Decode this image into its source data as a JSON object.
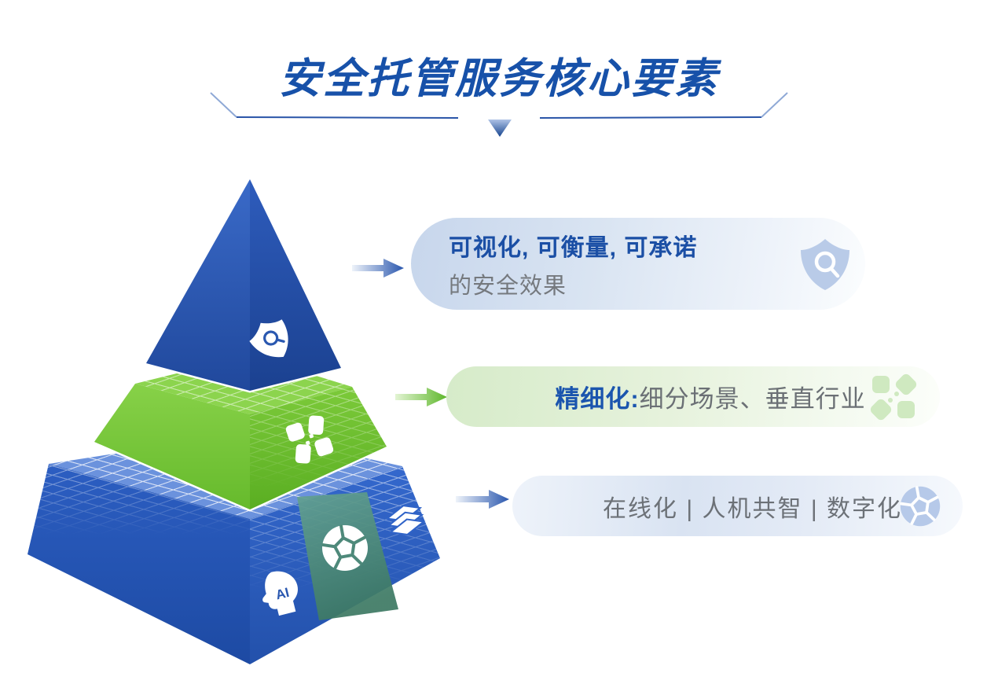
{
  "header": {
    "title": "安全托管服务核心要素"
  },
  "callouts": [
    {
      "emphasis": "可视化, 可衡量, 可承诺",
      "text": "的安全效果",
      "icon": "shield-search-icon",
      "arrow_color": "#2a57ae",
      "pill_tint": "#c7d6ec",
      "emphasis_color": "#1b4fa5",
      "text_color": "#75797e"
    },
    {
      "emphasis": "精细化:",
      "text": "细分场景、垂直行业",
      "icon": "pinwheel-icon",
      "arrow_color": "#5eb72b",
      "pill_tint": "#d6ebc9",
      "emphasis_color": "#1b55ae",
      "text_color": "#6b7075"
    },
    {
      "emphasis": "",
      "text": "在线化 | 人机共智 | 数字化",
      "icon": "globe-network-icon",
      "arrow_color": "#2a57ae",
      "pill_tint": "#d9e3f2",
      "text_color": "#6c7177"
    }
  ],
  "pyramid": {
    "ai_label": "AI",
    "layers": [
      {
        "position": "top",
        "color": "#2b5ab9",
        "icon": "shield-search-icon"
      },
      {
        "position": "middle",
        "color": "#76c93d",
        "icon": "pinwheel-icon"
      },
      {
        "position": "bottom",
        "color": "#2456b6",
        "icons": [
          "ai-head-icon",
          "globe-network-icon",
          "layers-icon"
        ]
      }
    ]
  },
  "colors": {
    "title": "#1751a9",
    "emphasis_blue": "#1b4fa5",
    "body_gray": "#6c7177",
    "green": "#76c93d",
    "blue": "#2456b6",
    "teal_panel": "#4e897a"
  }
}
